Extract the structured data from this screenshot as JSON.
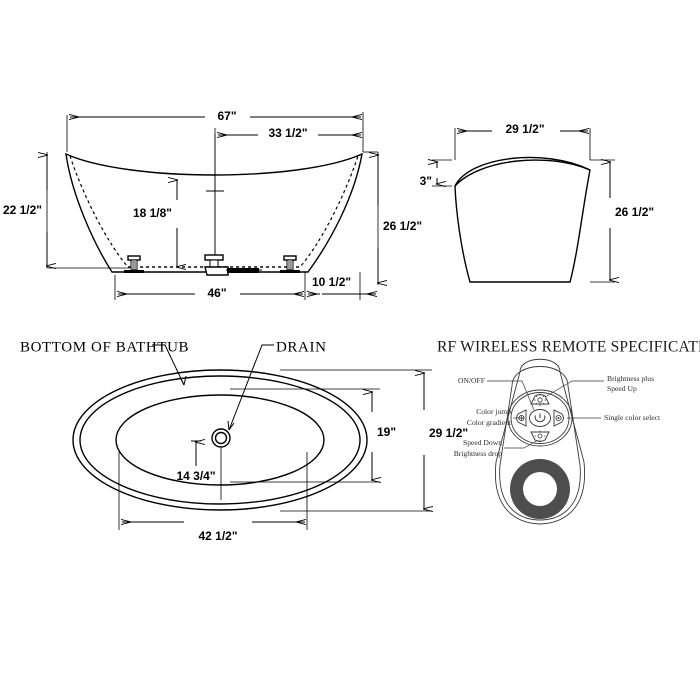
{
  "sheet": {
    "background": "#ffffff",
    "line_color": "#000000",
    "accent_dark": "#4d4d4d"
  },
  "front_view": {
    "name": "bathtub-front-elevation",
    "dimensions": {
      "overall_width": "67\"",
      "half_width": "33 1/2\"",
      "left_height": "22 1/2\"",
      "interior_depth": "18 1/8\"",
      "right_height": "26 1/2\"",
      "base_width": "46\"",
      "base_offset": "10 1/2\""
    }
  },
  "end_view": {
    "name": "bathtub-end-elevation",
    "dimensions": {
      "top_width": "29 1/2\"",
      "rim_drop": "3\"",
      "height": "26 1/2\""
    }
  },
  "bottom_view": {
    "name": "bathtub-bottom-plan",
    "callouts": {
      "bottom_of_bathtub": "BOTTOM OF BATHTUB",
      "drain": "DRAIN"
    },
    "dimensions": {
      "inner_width": "42 1/2\"",
      "drain_offset": "14 3/4\"",
      "inner_height": "19\"",
      "overall_height": "29 1/2\""
    }
  },
  "remote": {
    "title": "RF WIRELESS  REMOTE SPECIFICATIONS",
    "labels": {
      "on_off": "ON/OFF",
      "brightness_plus_line1": "Brightness plus",
      "brightness_plus_line2": "Speed Up",
      "color_jump_line1": "Color jump",
      "color_jump_line2": "Color gradient",
      "single_color": "Single color select",
      "speed_down_line1": "Speed Down",
      "speed_down_line2": "Brightness drop"
    },
    "icons": {
      "power": "power-icon",
      "up": "brightness-up-icon",
      "down": "brightness-down-icon",
      "left": "color-jump-icon",
      "right": "single-color-icon"
    }
  }
}
